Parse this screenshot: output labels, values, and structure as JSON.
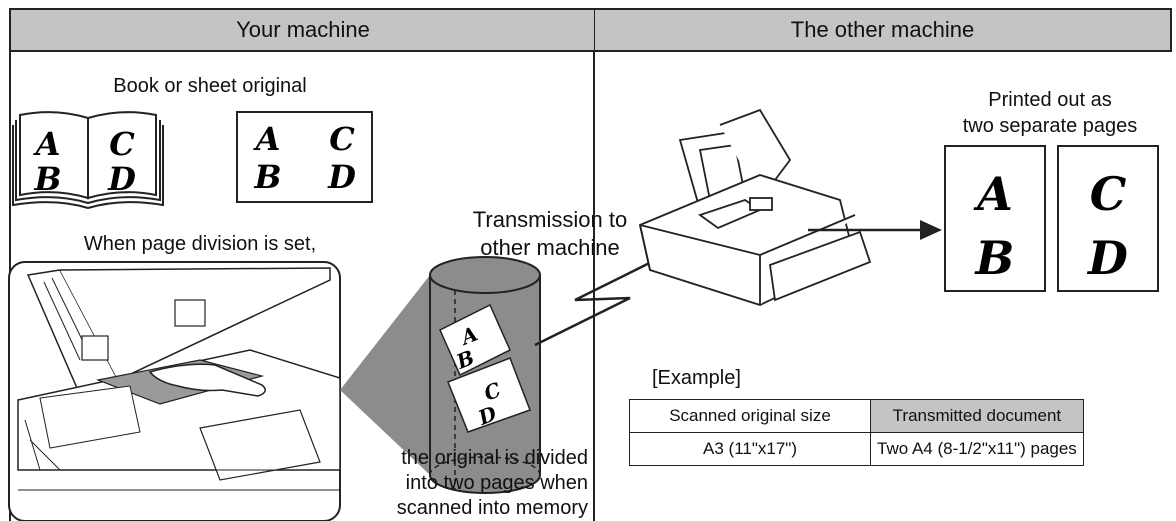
{
  "headers": {
    "left": "Your machine",
    "right": "The other machine"
  },
  "labels": {
    "original": "Book or sheet original",
    "page_division": "When page division is set,",
    "transmission_line1": "Transmission to",
    "transmission_line2": "other machine",
    "printed_line1": "Printed out as",
    "printed_line2": "two separate pages",
    "divided_line1": "the original is divided",
    "divided_line2": "into two pages when",
    "divided_line3": "scanned into memory",
    "example": "[Example]"
  },
  "letters": {
    "a": "A",
    "b": "B",
    "c": "C",
    "d": "D"
  },
  "example_table": {
    "headers": [
      "Scanned original size",
      "Transmitted document"
    ],
    "row": [
      "A3 (11\"x17\")",
      "Two A4 (8-1/2\"x11\") pages"
    ]
  },
  "colors": {
    "header_fill": "#c4c4c4",
    "cylinder_fill": "#8c8c8c",
    "line": "#222222"
  }
}
